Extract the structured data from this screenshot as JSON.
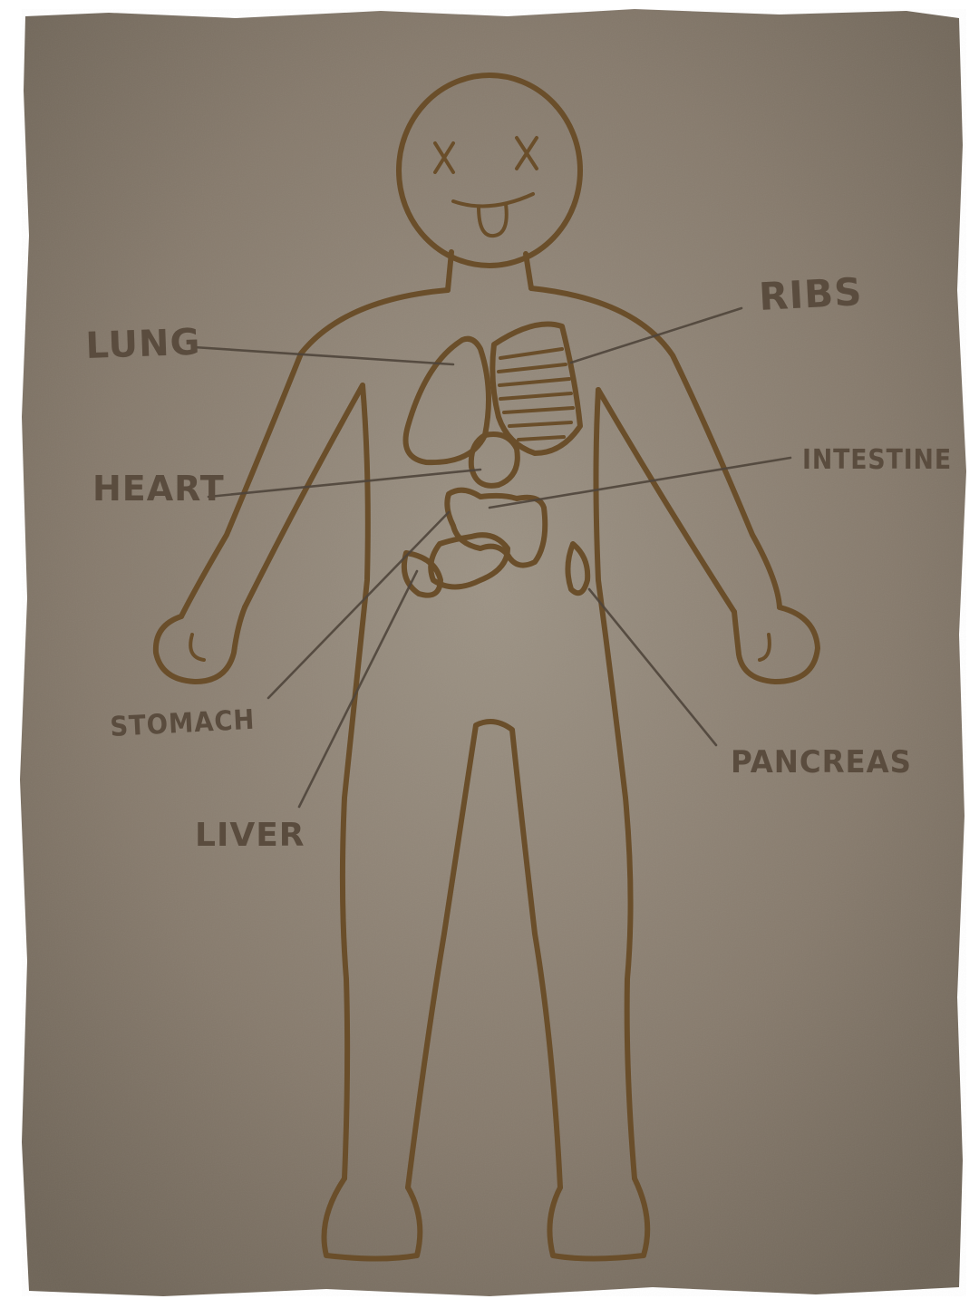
{
  "diagram": {
    "colors": {
      "paper": "#847869",
      "paper_light": "#9b9083",
      "ink": "#6a4e2a",
      "label_ink": "#5a4c3e",
      "leader_ink": "#4f453b"
    },
    "labels": {
      "lung": "LUNG",
      "ribs": "RIBS",
      "heart": "HEART",
      "intestine": "INTESTINE",
      "stomach": "STOMACH",
      "pancreas": "PANCREAS",
      "liver": "LIVER"
    }
  }
}
